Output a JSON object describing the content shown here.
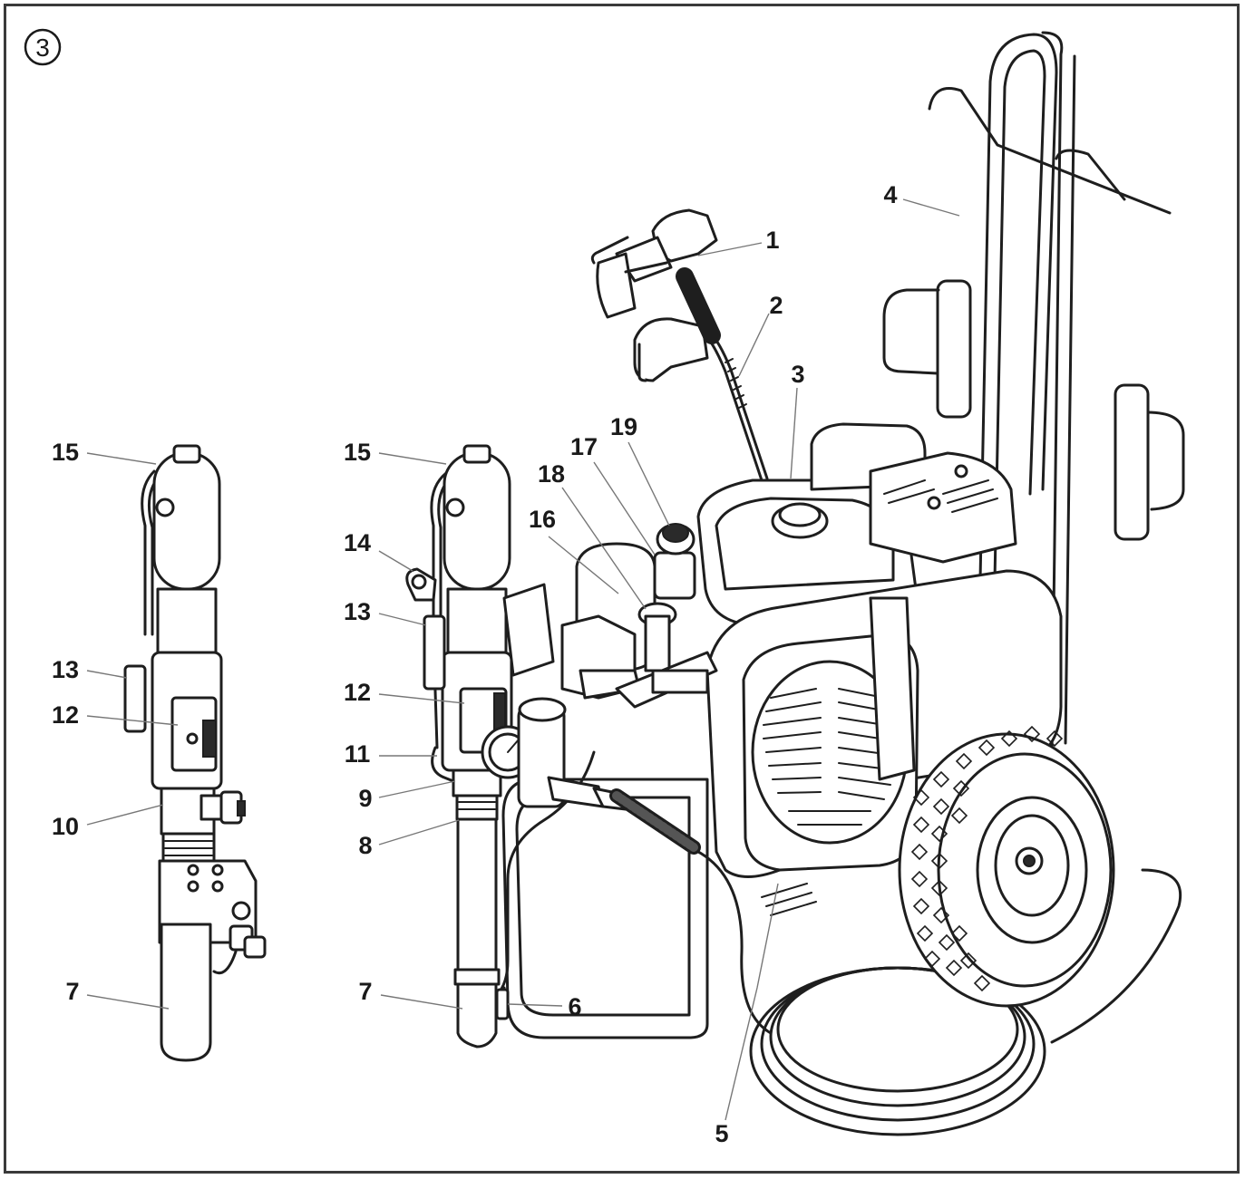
{
  "figure": {
    "number": "3"
  },
  "callouts": [
    {
      "id": "c1",
      "label": "1"
    },
    {
      "id": "c2",
      "label": "2"
    },
    {
      "id": "c3",
      "label": "3"
    },
    {
      "id": "c4",
      "label": "4"
    },
    {
      "id": "c5",
      "label": "5"
    },
    {
      "id": "c6",
      "label": "6"
    },
    {
      "id": "c7a",
      "label": "7"
    },
    {
      "id": "c7b",
      "label": "7"
    },
    {
      "id": "c8",
      "label": "8"
    },
    {
      "id": "c9",
      "label": "9"
    },
    {
      "id": "c10",
      "label": "10"
    },
    {
      "id": "c11",
      "label": "11"
    },
    {
      "id": "c12a",
      "label": "12"
    },
    {
      "id": "c12b",
      "label": "12"
    },
    {
      "id": "c13a",
      "label": "13"
    },
    {
      "id": "c13b",
      "label": "13"
    },
    {
      "id": "c14",
      "label": "14"
    },
    {
      "id": "c15a",
      "label": "15"
    },
    {
      "id": "c15b",
      "label": "15"
    },
    {
      "id": "c16",
      "label": "16"
    },
    {
      "id": "c17",
      "label": "17"
    },
    {
      "id": "c18",
      "label": "18"
    },
    {
      "id": "c19",
      "label": "19"
    }
  ]
}
